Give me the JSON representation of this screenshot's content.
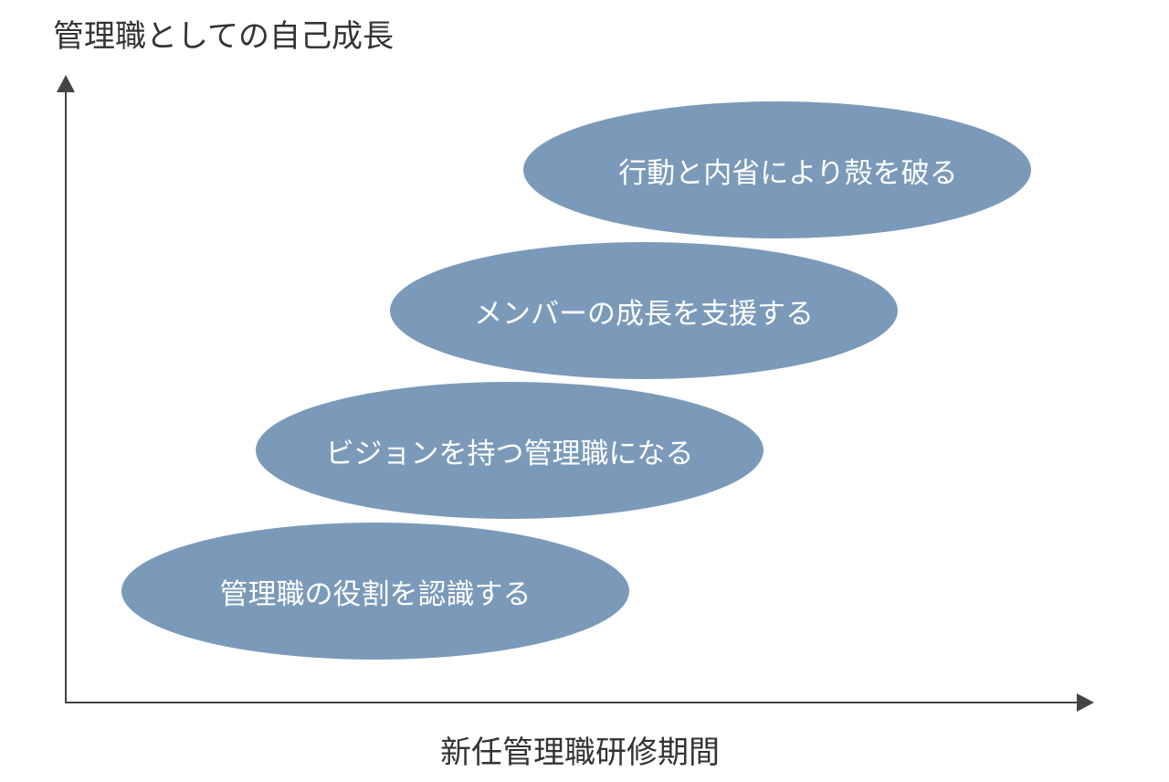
{
  "axes": {
    "y_label": "管理職としての自己成長",
    "x_label": "新任管理職研修期間"
  },
  "stages": [
    {
      "label": "管理職の役割を認識する"
    },
    {
      "label": "ビジョンを持つ管理職になる"
    },
    {
      "label": "メンバーの成長を支援する"
    },
    {
      "label": "行動と内省により殻を破る"
    }
  ],
  "colors": {
    "ellipse_fill": "#7b9ab9",
    "ellipse_text": "#ffffff",
    "axis": "#444444",
    "label_text": "#333333"
  }
}
